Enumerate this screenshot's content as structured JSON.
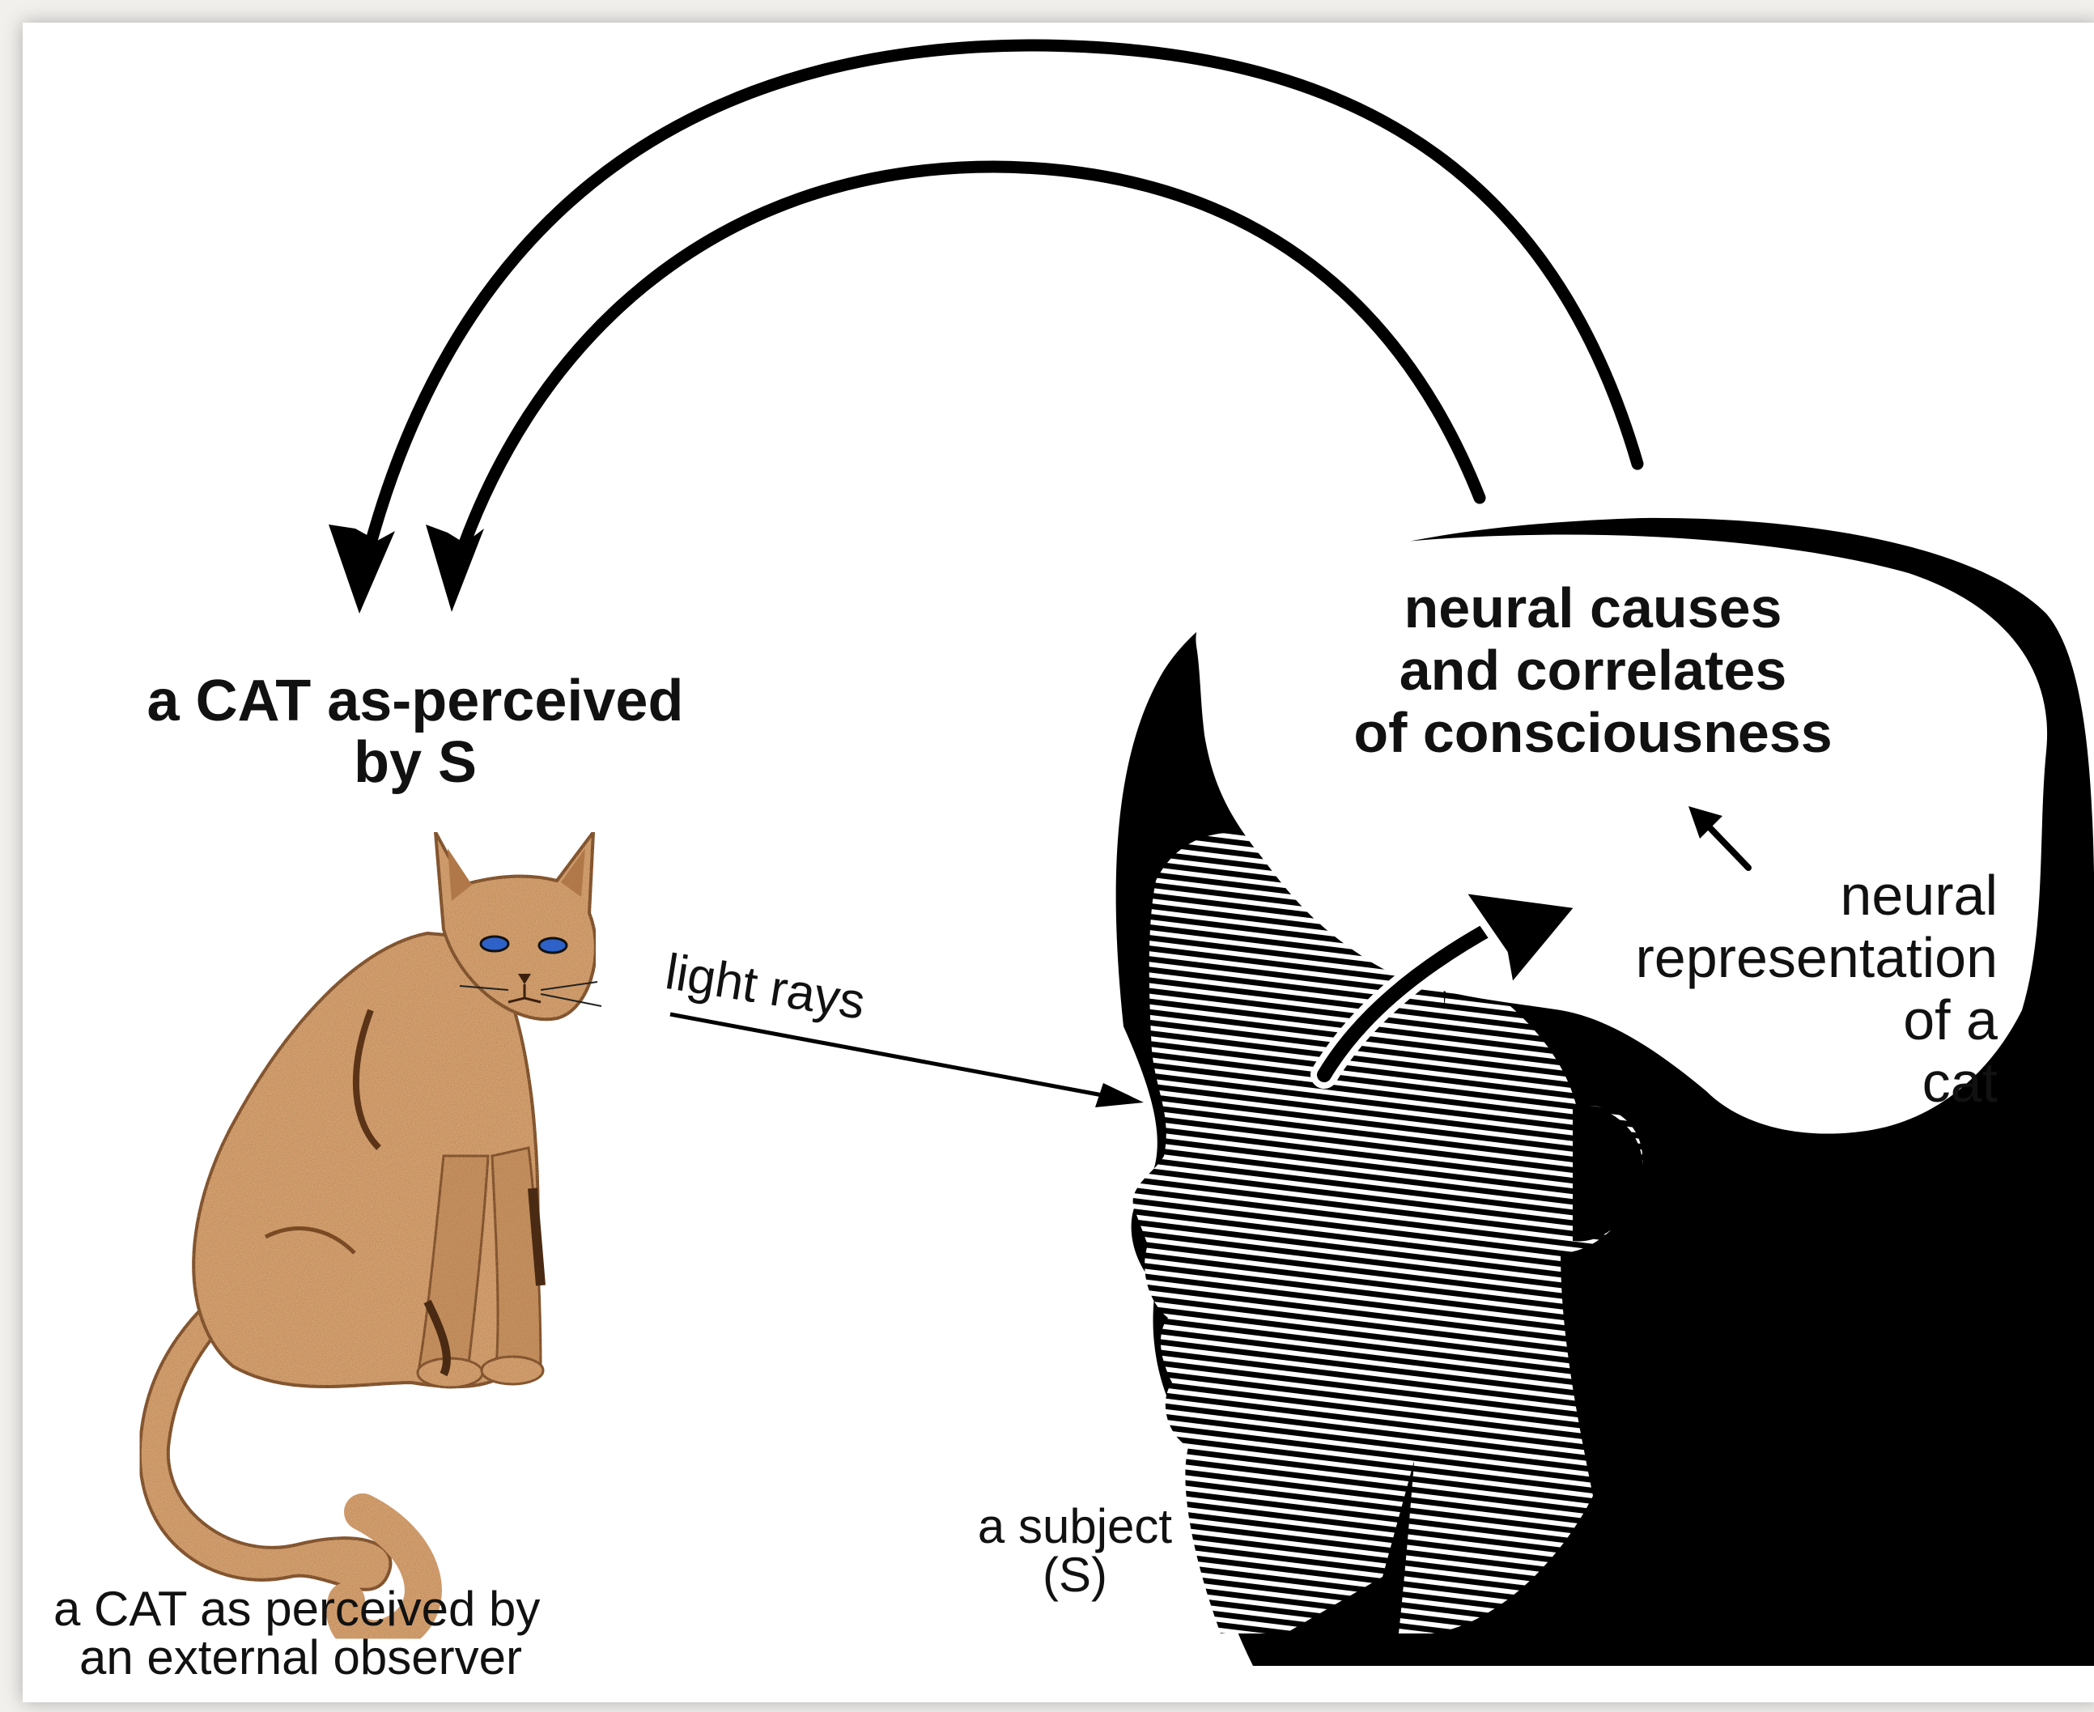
{
  "labels": {
    "cat_as_perceived_by_s": [
      "a CAT as-perceived",
      "by S"
    ],
    "cat_external_observer": [
      "a CAT as perceived by",
      "an external observer"
    ],
    "light_rays": "light rays",
    "neural_causes": [
      "neural causes",
      "and correlates",
      "of consciousness"
    ],
    "neural_representation": [
      "neural",
      "representation",
      "of a",
      "cat"
    ],
    "subject": [
      "a subject",
      "(S)"
    ]
  },
  "colors": {
    "ink": "#000000",
    "cat_fur": "#d7a070",
    "cat_shadow": "#a86b3c",
    "cat_eyes": "#2f62c8",
    "frame_bg": "#f2f0ed"
  },
  "icons": {
    "cat": "cat-illustration",
    "head": "human-head-profile"
  }
}
